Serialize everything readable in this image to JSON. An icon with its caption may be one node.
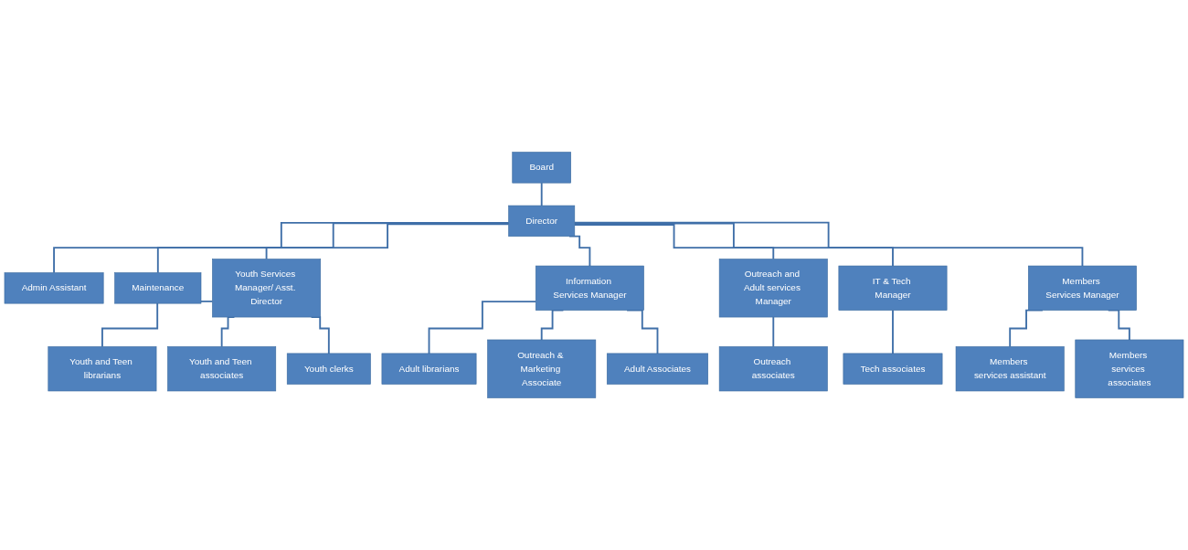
{
  "diagram": {
    "nodes": [
      {
        "text": [
          "Board"
        ]
      },
      {
        "text": [
          "Director"
        ]
      },
      {
        "text": [
          "Admin Assistant"
        ]
      },
      {
        "text": [
          "Maintenance"
        ]
      },
      {
        "text": [
          "Youth Services Manager/ Asst. Director"
        ]
      },
      {
        "text": [
          "Information Services Manager"
        ]
      },
      {
        "text": [
          "Outreach and Adult services Manager"
        ]
      },
      {
        "text": [
          "IT & Tech Manager"
        ]
      },
      {
        "text": [
          "Members Services Manager"
        ]
      },
      {
        "text": [
          "Youth and Teen librarians"
        ]
      },
      {
        "text": [
          "Youth and Teen associates"
        ]
      },
      {
        "text": [
          "Youth clerks"
        ]
      },
      {
        "text": [
          "Adult librarians"
        ]
      },
      {
        "text": [
          "Outreach & Marketing Associate"
        ]
      },
      {
        "text": [
          "Adult Associates"
        ]
      },
      {
        "text": [
          "Outreach associates"
        ]
      },
      {
        "text": [
          "Tech associates"
        ]
      },
      {
        "text": [
          "Members services assistant"
        ]
      },
      {
        "text": [
          "Members services associates"
        ]
      }
    ],
    "edges": [
      {
        "from": 0,
        "to": 1,
        "arrow": "none"
      },
      {
        "from": 1,
        "to": 2,
        "arrow": "none"
      },
      {
        "from": 1,
        "to": 3,
        "arrow": "none"
      },
      {
        "from": 1,
        "to": 4,
        "arrow": "none"
      },
      {
        "from": 1,
        "to": 5,
        "arrow": "none"
      },
      {
        "from": 1,
        "to": 6,
        "arrow": "none"
      },
      {
        "from": 1,
        "to": 7,
        "arrow": "none"
      },
      {
        "from": 1,
        "to": 8,
        "arrow": "none"
      },
      {
        "from": 4,
        "to": 9,
        "arrow": "none"
      },
      {
        "from": 4,
        "to": 10,
        "arrow": "none"
      },
      {
        "from": 4,
        "to": 11,
        "arrow": "none"
      },
      {
        "from": 5,
        "to": 12,
        "arrow": "none"
      },
      {
        "from": 5,
        "to": 13,
        "arrow": "none"
      },
      {
        "from": 5,
        "to": 14,
        "arrow": "none"
      },
      {
        "from": 6,
        "to": 15,
        "arrow": "none"
      },
      {
        "from": 7,
        "to": 16,
        "arrow": "none"
      },
      {
        "from": 8,
        "to": 17,
        "arrow": "none"
      },
      {
        "from": 8,
        "to": 18,
        "arrow": "none"
      }
    ]
  }
}
